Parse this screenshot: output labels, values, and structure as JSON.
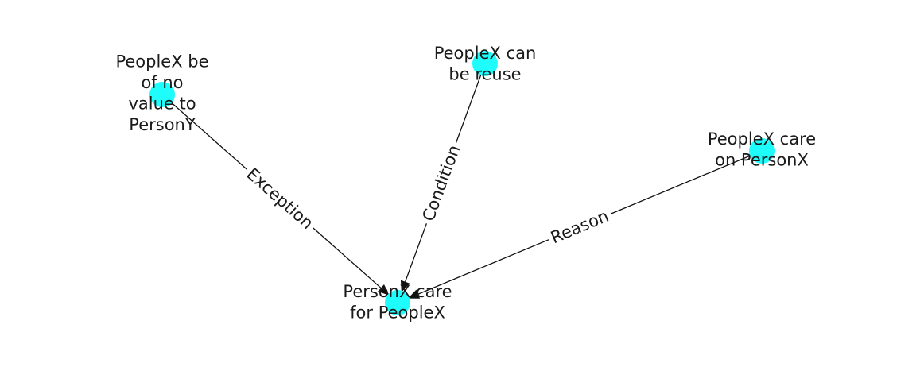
{
  "colors": {
    "node_fill": "#1ffcfc",
    "edge": "#111111",
    "text": "#1a1a1a",
    "background": "#ffffff"
  },
  "nodes": [
    {
      "id": "target",
      "lines": [
        "PersonX care",
        "for PeopleX"
      ]
    },
    {
      "id": "exception_src",
      "lines": [
        "PeopleX be",
        "of no",
        "value to",
        "PersonY"
      ]
    },
    {
      "id": "condition_src",
      "lines": [
        "PeopleX can",
        "be reuse"
      ]
    },
    {
      "id": "reason_src",
      "lines": [
        "PeopleX care",
        "on PersonX"
      ]
    }
  ],
  "edges": [
    {
      "from": "exception_src",
      "to": "target",
      "label": "Exception"
    },
    {
      "from": "condition_src",
      "to": "target",
      "label": "Condition"
    },
    {
      "from": "reason_src",
      "to": "target",
      "label": "Reason"
    }
  ]
}
